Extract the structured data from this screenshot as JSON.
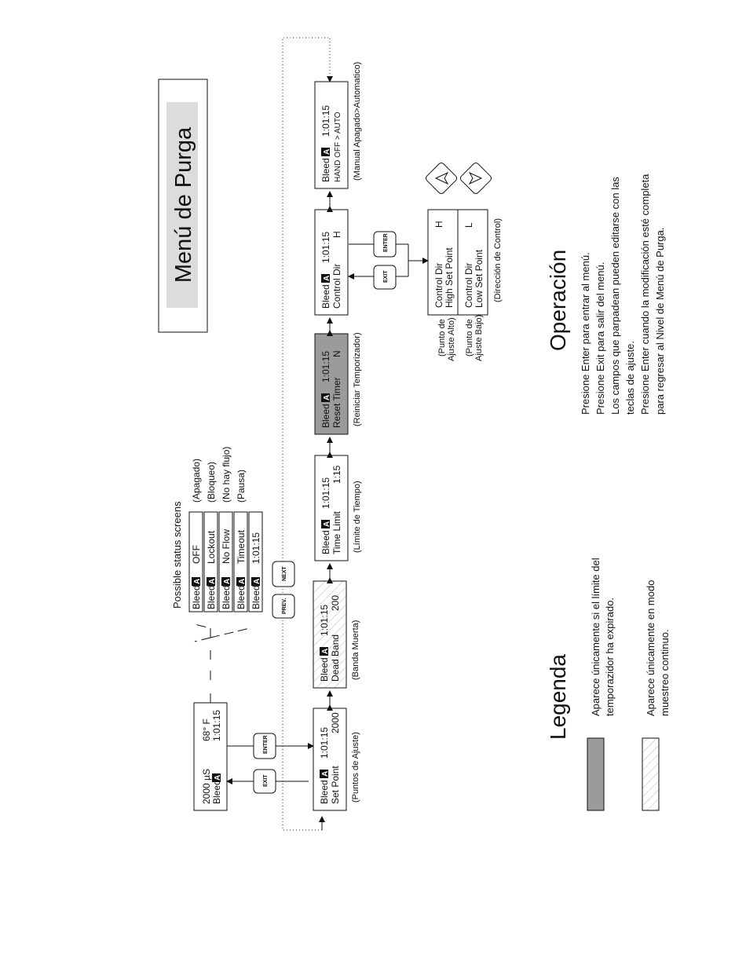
{
  "title": "Menú de Purga",
  "status_heading": "Possible status screens",
  "initial_screen": {
    "line1a": "2000 µS",
    "line1b": "68° F",
    "line2a": "Bleed",
    "line2b": "1:01:15"
  },
  "status_screens": [
    {
      "label": "Bleed",
      "value": "OFF",
      "note": "(Apagado)"
    },
    {
      "label": "Bleed",
      "value": "Lockout",
      "note": "(Bloqueo)"
    },
    {
      "label": "Bleed",
      "value": "No Flow",
      "note": "(No hay flujo)"
    },
    {
      "label": "Bleed",
      "value": "Timeout",
      "note": "(Pausa)"
    },
    {
      "label": "Bleed",
      "value": "1:01:15",
      "note": ""
    }
  ],
  "badge": "A",
  "keys": {
    "exit": "EXIT",
    "enter": "ENTER",
    "prev": "PREV.",
    "next": "NEXT"
  },
  "menu_screens": [
    {
      "line1": "Bleed",
      "time": "1:01:15",
      "param": "Set Point",
      "value": "2000",
      "caption": "(Puntos de Ajuste)"
    },
    {
      "line1": "Bleed",
      "time": "1:01:15",
      "param": "Dead Band",
      "value": "200",
      "caption": "(Banda Muerta)"
    },
    {
      "line1": "Bleed",
      "time": "1:01:15",
      "param": "Time Limit",
      "value": "1:15",
      "caption": "(Límite de Tiempo)"
    },
    {
      "line1": "Bleed",
      "time": "1:01:15",
      "param": "Reset Timer",
      "value": "N",
      "caption": "(Reiniciar Temporizador)"
    },
    {
      "line1": "Bleed",
      "time": "1:01:15",
      "param": "Control Dir",
      "value": "H",
      "caption": ""
    },
    {
      "line1": "Bleed",
      "time": "1:01:15",
      "param": "HAND OFF > AUTO",
      "value": "",
      "caption": "(Manual Apagado>Automatico)"
    }
  ],
  "control_dir": {
    "high": {
      "line1": "Control Dir",
      "line2": "High Set Point",
      "value": "H",
      "note1": "(Punto de",
      "note2": "Ajuste Alto)"
    },
    "low": {
      "line1": "Control Dir",
      "line2": "Low Set Point",
      "value": "L",
      "note1": "(Punto de",
      "note2": "Ajuste Bajo)"
    },
    "caption": "(Dirección de Control)"
  },
  "legend": {
    "title": "Legenda",
    "item1_line1": "Aparece únicamente si el límite del",
    "item1_line2": "temporazidor ha expirado.",
    "item2_line1": "Aparece únicamente en modo",
    "item2_line2": "muestreo continuo."
  },
  "operation": {
    "title": "Operación",
    "lines": [
      "Presione Enter para entrar al menú.",
      "Presione Exit para salir del menú.",
      "Los campos que parpadean pueden editarse con las",
      "teclas de ajuste.",
      "Presione Enter cuando la modificación esté completa",
      "para regresar al Nivel de Menú de Purga."
    ]
  }
}
